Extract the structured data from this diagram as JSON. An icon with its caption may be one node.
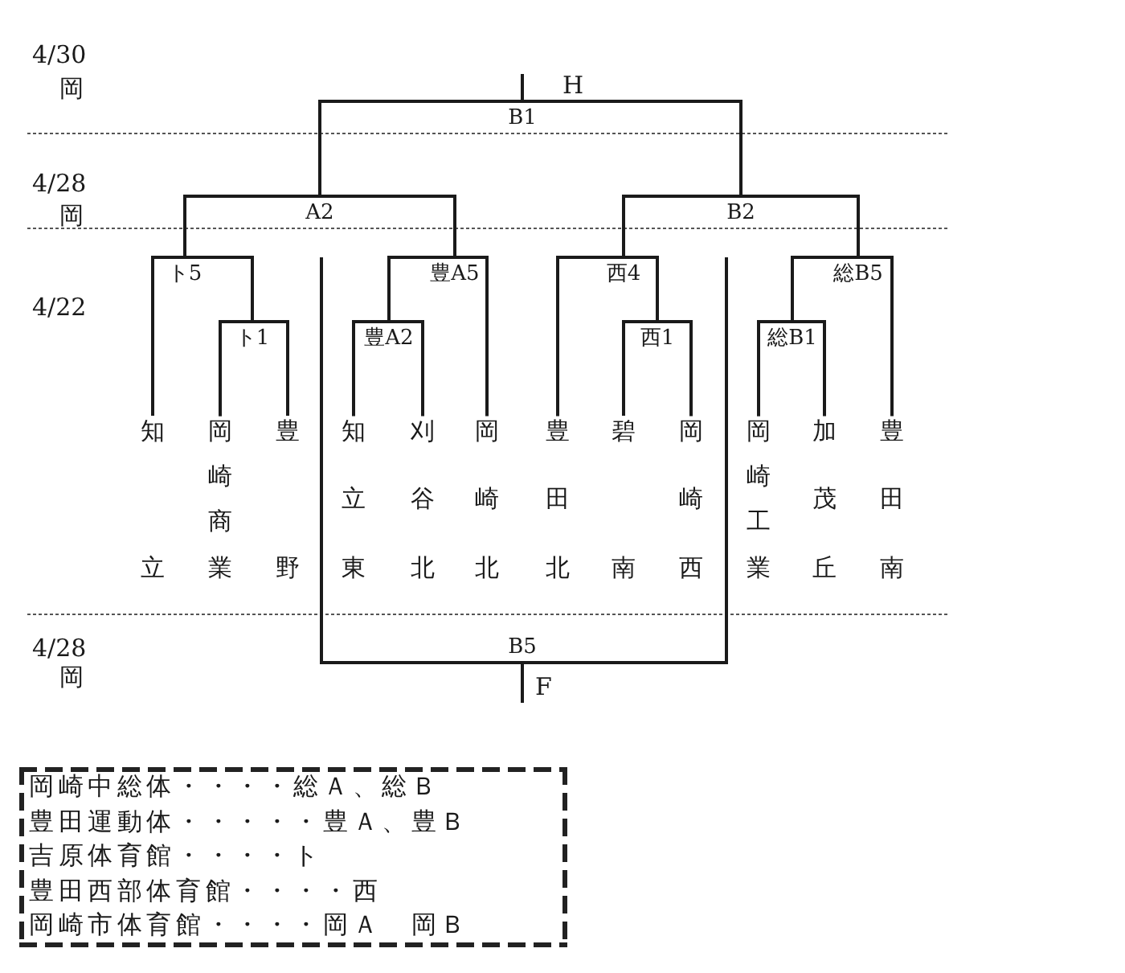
{
  "diagram": {
    "nodes": [
      {
        "text": [
          "B1"
        ]
      },
      {
        "text": [
          "A2"
        ]
      },
      {
        "text": [
          "B2"
        ]
      },
      {
        "text": [
          "ト5"
        ]
      },
      {
        "text": [
          "豊A5"
        ]
      },
      {
        "text": [
          "西4"
        ]
      },
      {
        "text": [
          "総B5"
        ]
      },
      {
        "text": [
          "ト1"
        ]
      },
      {
        "text": [
          "豊A2"
        ]
      },
      {
        "text": [
          "西1"
        ]
      },
      {
        "text": [
          "総B1"
        ]
      },
      {
        "text": [
          "知立"
        ]
      },
      {
        "text": [
          "岡崎商業"
        ]
      },
      {
        "text": [
          "豊野"
        ]
      },
      {
        "text": [
          "知立東"
        ]
      },
      {
        "text": [
          "刈谷北"
        ]
      },
      {
        "text": [
          "岡崎北"
        ]
      },
      {
        "text": [
          "豊田北"
        ]
      },
      {
        "text": [
          "碧南"
        ]
      },
      {
        "text": [
          "岡崎西"
        ]
      },
      {
        "text": [
          "岡崎工業"
        ]
      },
      {
        "text": [
          "加茂丘"
        ]
      },
      {
        "text": [
          "豊田南"
        ]
      },
      {
        "text": [
          "B5"
        ]
      },
      {
        "text": [
          "岡崎中総体・・・・総Ａ、総Ｂ",
          "豊田運動体・・・・・豊Ａ、豊Ｂ",
          "吉原体育館・・・・ト",
          "豊田西部体育館・・・・西",
          "岡崎市体育館・・・・岡Ａ　岡Ｂ"
        ]
      }
    ],
    "edges": [
      {
        "from": 0,
        "to": null,
        "arrow": "none",
        "label": "H"
      },
      {
        "from": 1,
        "to": 0,
        "arrow": "none"
      },
      {
        "from": 2,
        "to": 0,
        "arrow": "none"
      },
      {
        "from": 3,
        "to": 1,
        "arrow": "none"
      },
      {
        "from": 4,
        "to": 1,
        "arrow": "none"
      },
      {
        "from": 5,
        "to": 2,
        "arrow": "none"
      },
      {
        "from": 6,
        "to": 2,
        "arrow": "none"
      },
      {
        "from": 11,
        "to": 3,
        "arrow": "none"
      },
      {
        "from": 7,
        "to": 3,
        "arrow": "none"
      },
      {
        "from": 12,
        "to": 7,
        "arrow": "none"
      },
      {
        "from": 13,
        "to": 7,
        "arrow": "none"
      },
      {
        "from": 8,
        "to": 4,
        "arrow": "none"
      },
      {
        "from": 16,
        "to": 4,
        "arrow": "none"
      },
      {
        "from": 14,
        "to": 8,
        "arrow": "none"
      },
      {
        "from": 15,
        "to": 8,
        "arrow": "none"
      },
      {
        "from": 17,
        "to": 5,
        "arrow": "none"
      },
      {
        "from": 9,
        "to": 5,
        "arrow": "none"
      },
      {
        "from": 18,
        "to": 9,
        "arrow": "none"
      },
      {
        "from": 19,
        "to": 9,
        "arrow": "none"
      },
      {
        "from": 10,
        "to": 6,
        "arrow": "none"
      },
      {
        "from": 22,
        "to": 6,
        "arrow": "none"
      },
      {
        "from": 20,
        "to": 10,
        "arrow": "none"
      },
      {
        "from": 21,
        "to": 10,
        "arrow": "none"
      },
      {
        "from": null,
        "to": 23,
        "arrow": "none"
      },
      {
        "from": null,
        "to": 23,
        "arrow": "none"
      },
      {
        "from": 23,
        "to": null,
        "arrow": "none",
        "label": "F"
      }
    ],
    "labels": [
      "4/30",
      "岡",
      "4/28",
      "岡",
      "4/22",
      "4/28",
      "岡"
    ]
  }
}
